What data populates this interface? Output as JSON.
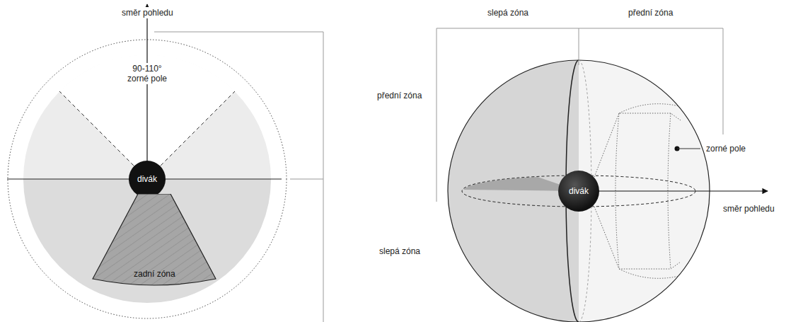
{
  "diagram": {
    "nodes": [
      {
        "text": [
          "divák"
        ]
      },
      {
        "text": [
          "zadní zóna"
        ]
      },
      {
        "text": [
          "divák"
        ]
      }
    ],
    "labels": [
      "směr pohledu",
      "90-110° zorné pole",
      "přední zóna",
      "slepá zóna",
      "slepá zóna",
      "přední zóna",
      "zorné pole",
      "směr pohledu"
    ]
  }
}
